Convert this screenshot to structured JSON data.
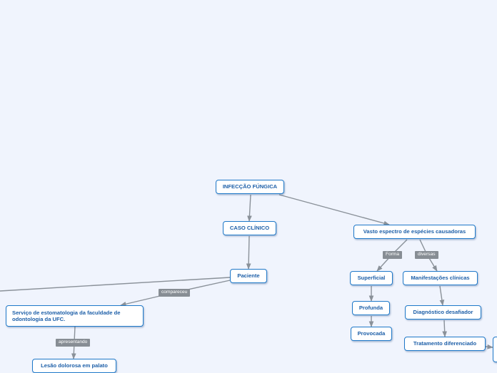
{
  "colors": {
    "background": "#f0f4fd",
    "node_border": "#1f79c9",
    "node_text": "#1d5fa8",
    "connector": "#8a9199",
    "link_label_bg": "#878d94"
  },
  "nodes": {
    "root": "INFECÇÃO FÚNGICA",
    "caso_clinico": "CASO CLÍNICO",
    "paciente": "Paciente",
    "servico": "Serviço de estomatologia da faculdade de odontologia da UFC.",
    "lesao": "Lesão dolorosa em palato",
    "vasto_espectro": "Vasto espectro de espécies causadoras",
    "superficial": "Superficial",
    "profunda": "Profunda",
    "provocada": "Provocada",
    "manifestacoes": "Manifestações clínicas",
    "diagnostico": "Diagnóstico desafiador",
    "tratamento": "Tratamento diferenciado"
  },
  "link_labels": {
    "compareceu": "compareceu",
    "apresentando": "apresentando",
    "forma": "Forma",
    "diversas": "diversas"
  }
}
